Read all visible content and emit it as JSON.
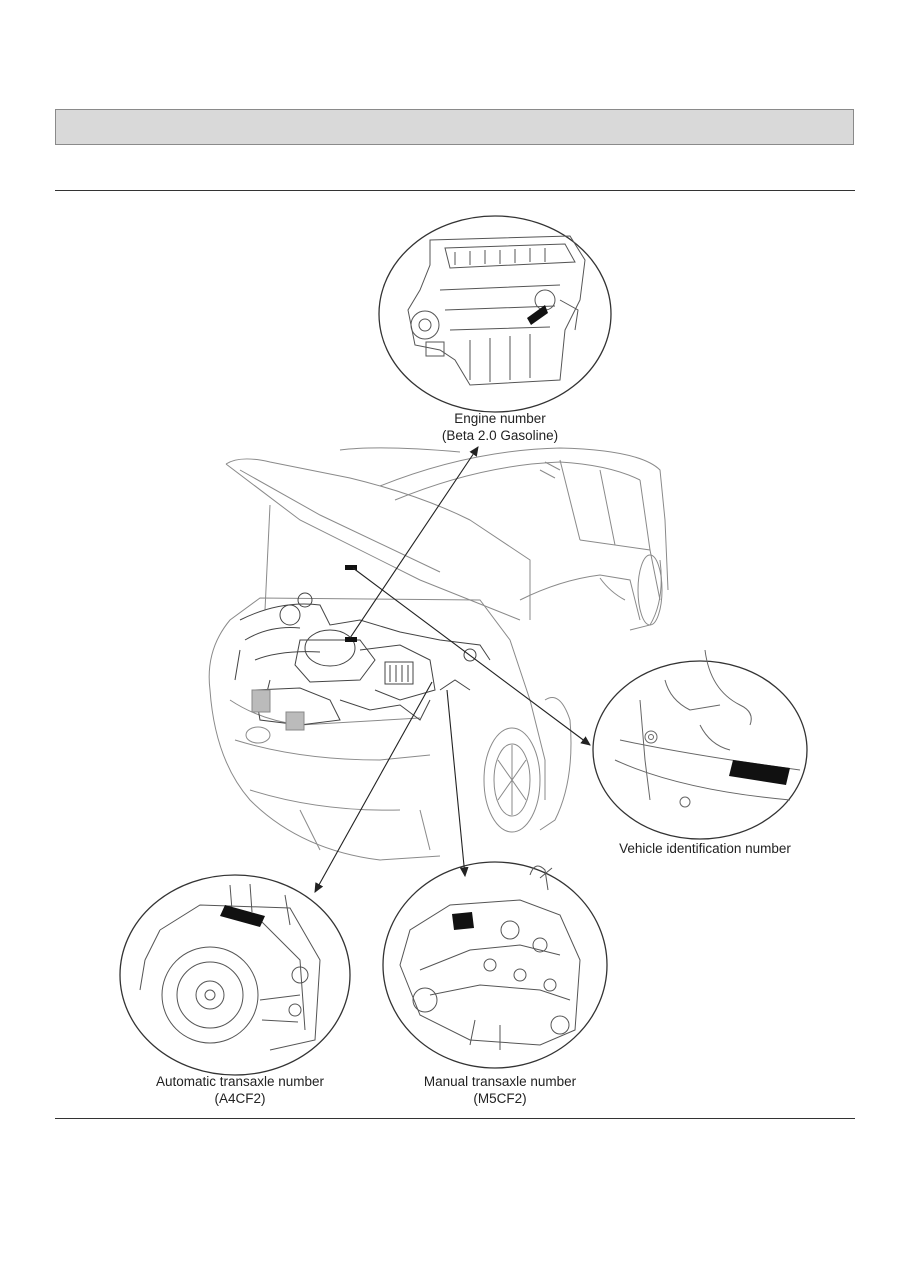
{
  "labels": {
    "engine": {
      "line1": "Engine number",
      "line2": "(Beta 2.0 Gasoline)"
    },
    "vin": {
      "line1": "Vehicle identification number"
    },
    "automatic": {
      "line1": "Automatic transaxle number",
      "line2": "(A4CF2)"
    },
    "manual": {
      "line1": "Manual transaxle number",
      "line2": "(M5CF2)"
    }
  },
  "colors": {
    "line": "#333333",
    "header_fill": "#d9d9d9",
    "marker": "#111111"
  }
}
